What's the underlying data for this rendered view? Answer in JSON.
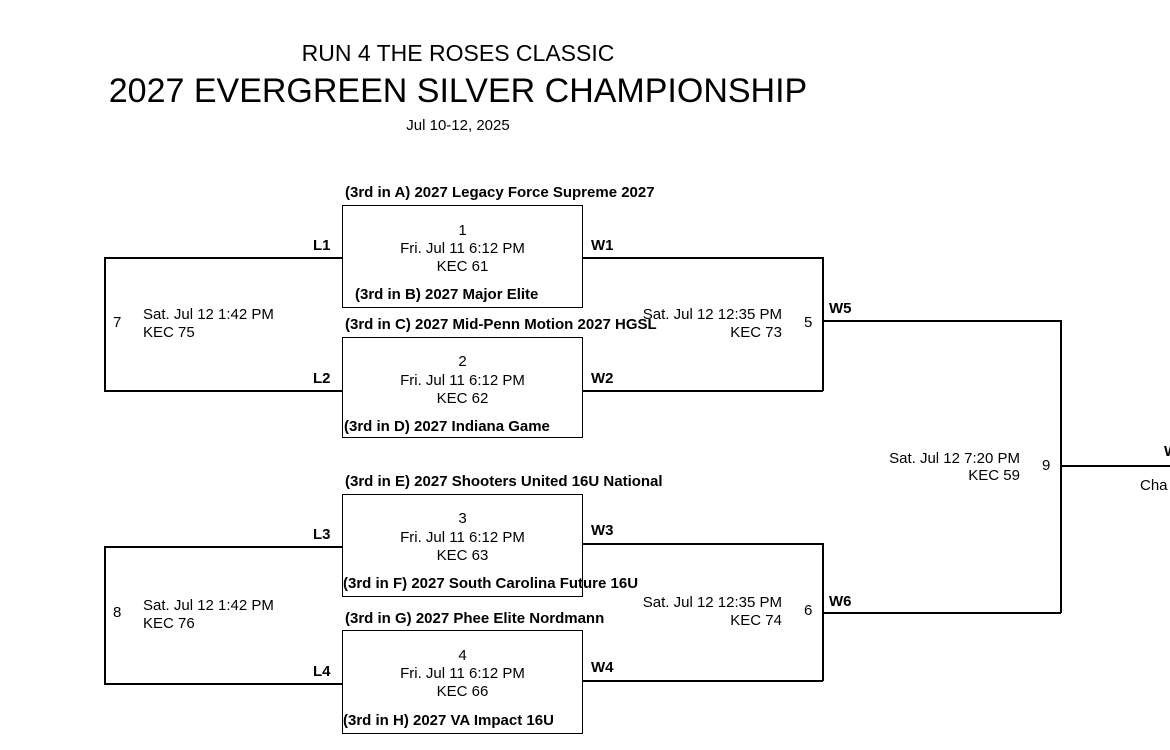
{
  "header": {
    "event": "RUN 4 THE ROSES CLASSIC",
    "title": "2027 EVERGREEN SILVER CHAMPIONSHIP",
    "dates": "Jul 10-12, 2025"
  },
  "round1": [
    {
      "number": "1",
      "time": "Fri. Jul 11 6:12 PM",
      "court": "KEC 61",
      "top_team": "(3rd in A) 2027 Legacy Force Supreme 2027",
      "bottom_team": "(3rd in B) 2027 Major Elite",
      "winner": "W1",
      "loser": "L1"
    },
    {
      "number": "2",
      "time": "Fri. Jul 11 6:12 PM",
      "court": "KEC 62",
      "top_team": "(3rd in C) 2027 Mid-Penn Motion 2027 HGSL",
      "bottom_team": "(3rd in D) 2027 Indiana Game",
      "winner": "W2",
      "loser": "L2"
    },
    {
      "number": "3",
      "time": "Fri. Jul 11 6:12 PM",
      "court": "KEC 63",
      "top_team": "(3rd in E) 2027 Shooters United 16U National",
      "bottom_team": "(3rd in F) 2027 South Carolina Future 16U",
      "winner": "W3",
      "loser": "L3"
    },
    {
      "number": "4",
      "time": "Fri. Jul 11 6:12 PM",
      "court": "KEC 66",
      "top_team": "(3rd in G) 2027 Phee Elite Nordmann",
      "bottom_team": "(3rd in H) 2027 VA Impact 16U",
      "winner": "W4",
      "loser": "L4"
    }
  ],
  "consolation": [
    {
      "number": "7",
      "time": "Sat. Jul 12 1:42 PM",
      "court": "KEC 75"
    },
    {
      "number": "8",
      "time": "Sat. Jul 12 1:42 PM",
      "court": "KEC 76"
    }
  ],
  "semis": [
    {
      "number": "5",
      "time": "Sat. Jul 12 12:35 PM",
      "court": "KEC 73",
      "winner": "W5"
    },
    {
      "number": "6",
      "time": "Sat. Jul 12 12:35 PM",
      "court": "KEC 74",
      "winner": "W6"
    }
  ],
  "final": {
    "number": "9",
    "time": "Sat. Jul 12 7:20 PM",
    "court": "KEC 59",
    "winner_partial": "W",
    "champion_partial": "Cha"
  }
}
